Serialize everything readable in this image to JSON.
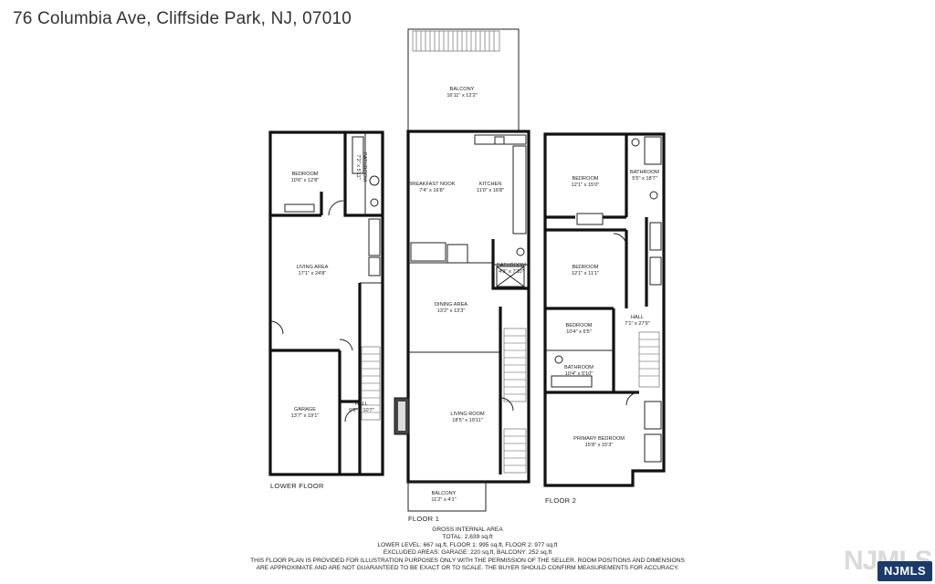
{
  "address": "76 Columbia Ave, Cliffside Park, NJ, 07010",
  "lower_floor": {
    "label": "LOWER FLOOR",
    "rooms": [
      {
        "name": "BEDROOM",
        "dims": "10'6\" x 12'8\""
      },
      {
        "name": "BATHROOM",
        "dims": "7'2\" x 5'11\""
      },
      {
        "name": "LIVING AREA",
        "dims": "17'1\" x 24'8\""
      },
      {
        "name": "GARAGE",
        "dims": "13'7\" x 19'1\""
      },
      {
        "name": "HALL",
        "dims": "6'5\" x 10'7\""
      }
    ]
  },
  "floor1": {
    "label": "FLOOR 1",
    "rooms": [
      {
        "name": "BALCONY",
        "dims": "16'11\" x 12'2\""
      },
      {
        "name": "BREAKFAST NOOK",
        "dims": "7'4\" x 16'8\""
      },
      {
        "name": "KITCHEN",
        "dims": "11'0\" x 16'8\""
      },
      {
        "name": "BATHROOM",
        "dims": "4'9\" x 7'10\""
      },
      {
        "name": "DINING AREA",
        "dims": "13'2\" x 13'3\""
      },
      {
        "name": "LIVING ROOM",
        "dims": "18'5\" x 19'11\""
      },
      {
        "name": "BALCONY",
        "dims": "11'2\" x 4'1\""
      }
    ]
  },
  "floor2": {
    "label": "FLOOR 2",
    "rooms": [
      {
        "name": "BEDROOM",
        "dims": "12'1\" x 15'0\""
      },
      {
        "name": "BATHROOM",
        "dims": "5'5\" x 18'7\""
      },
      {
        "name": "BEDROOM",
        "dims": "12'1\" x 11'1\""
      },
      {
        "name": "BEDROOM",
        "dims": "10'4\" x 6'5\""
      },
      {
        "name": "HALL",
        "dims": "7'1\" x 27'9\""
      },
      {
        "name": "BATHROOM",
        "dims": "10'4\" x 5'10\""
      },
      {
        "name": "PRIMARY BEDROOM",
        "dims": "15'8\" x 15'3\""
      }
    ]
  },
  "footer": {
    "line1": "GROSS INTERNAL AREA",
    "line2": "TOTAL: 2,639 sq.ft",
    "line3": "LOWER LEVEL: 667 sq.ft, FLOOR 1: 995 sq.ft, FLOOR 2: 977 sq.ft",
    "line4": "EXCLUDED AREAS: GARAGE: 220 sq.ft, BALCONY: 252 sq.ft",
    "line5": "THIS FLOOR PLAN IS PROVIDED FOR ILLUSTRATION PURPOSES ONLY WITH THE PERMISSION OF THE SELLER. ROOM POSITIONS AND DIMENSIONS",
    "line6": "ARE APPROXIMATE AND ARE NOT GUARANTEED TO BE EXACT OR TO SCALE. THE BUYER SHOULD CONFIRM MEASUREMENTS FOR ACCURACY."
  },
  "watermark": {
    "logo_text": "NJMLS",
    "badge_text": "NJMLS",
    "badge_color": "#1b3a6b"
  }
}
